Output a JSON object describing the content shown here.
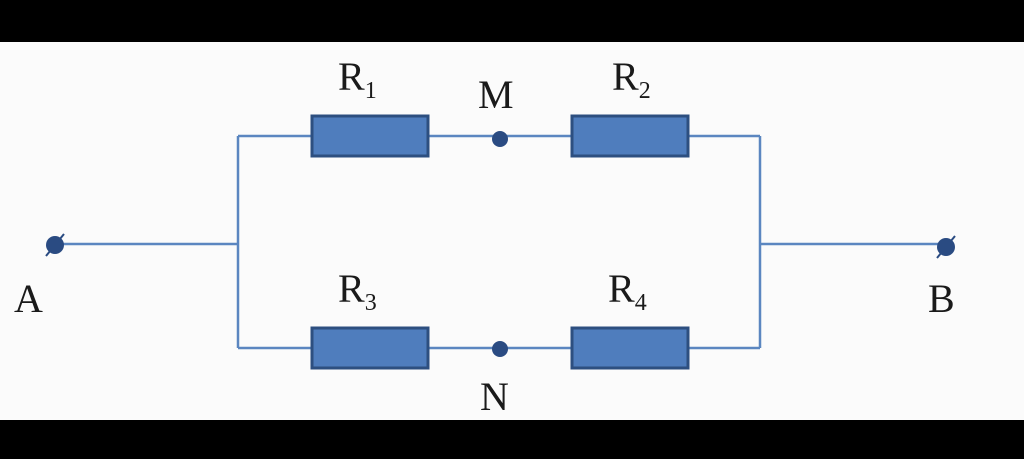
{
  "diagram": {
    "nodes": {
      "A": "A",
      "B": "B",
      "M": "M",
      "N": "N"
    },
    "resistors": [
      {
        "letter": "R",
        "index": "1"
      },
      {
        "letter": "R",
        "index": "2"
      },
      {
        "letter": "R",
        "index": "3"
      },
      {
        "letter": "R",
        "index": "4"
      }
    ],
    "colors": {
      "wire": "#5b86c0",
      "resistor_fill": "#4f7dbd",
      "resistor_stroke": "#2d4f80",
      "node": "#2a4b82",
      "background": "#fbfbfb",
      "letterbox": "#000000"
    }
  }
}
